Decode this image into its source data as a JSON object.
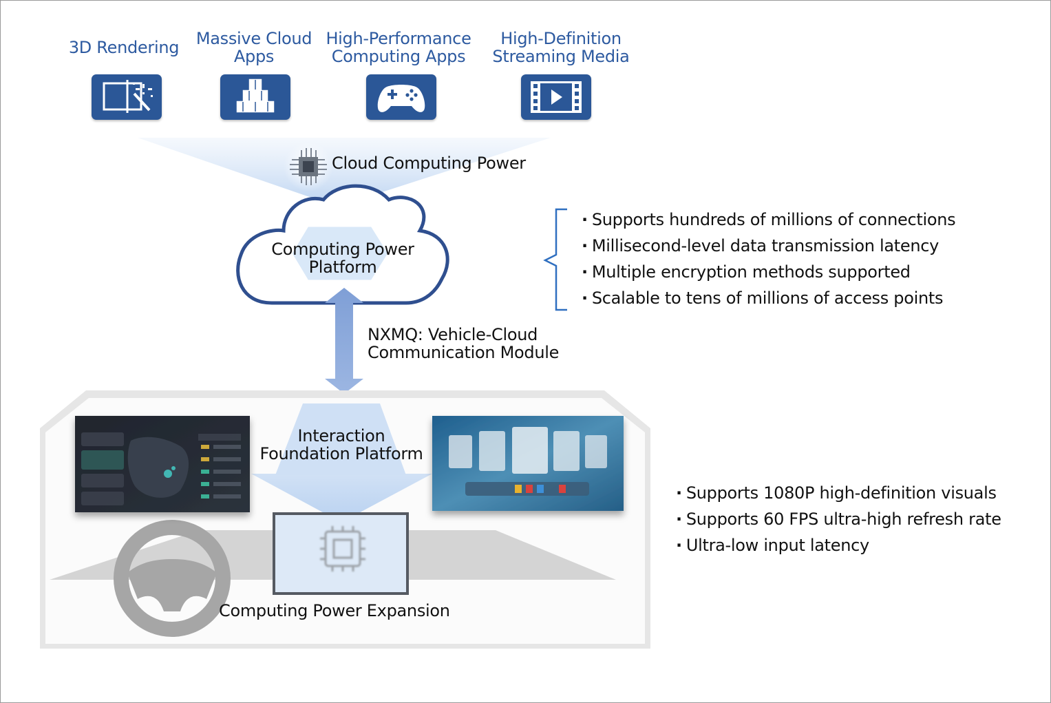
{
  "apps": [
    {
      "lines": [
        "3D Rendering"
      ],
      "icon": "3d-render-icon"
    },
    {
      "lines": [
        "Massive Cloud",
        "Apps"
      ],
      "icon": "cubes-icon"
    },
    {
      "lines": [
        "High-Performance",
        "Computing Apps"
      ],
      "icon": "gamepad-icon"
    },
    {
      "lines": [
        "High-Definition",
        "Streaming Media"
      ],
      "icon": "film-icon"
    }
  ],
  "cloud_power_label": "Cloud Computing Power",
  "platform_label": [
    "Computing Power",
    "Platform"
  ],
  "nxmq_label": [
    "NXMQ: Vehicle-Cloud",
    "Communication Module"
  ],
  "interaction_label": [
    "Interaction",
    "Foundation Platform"
  ],
  "expansion_label": "Computing Power Expansion",
  "cloud_features": [
    "Supports hundreds of millions of connections",
    "Millisecond-level data transmission latency",
    "Multiple encryption methods supported",
    "Scalable to tens of millions of access points"
  ],
  "vehicle_features": [
    "Supports 1080P high-definition visuals",
    "Supports 60 FPS ultra-high refresh rate",
    "Ultra-low input latency"
  ],
  "colors": {
    "accent": "#2b5797",
    "app_text": "#2d5aa0",
    "arrow": "#8eabdc",
    "cloud_outline": "#2f4f8f",
    "light_blue": "#d6e6f7"
  }
}
